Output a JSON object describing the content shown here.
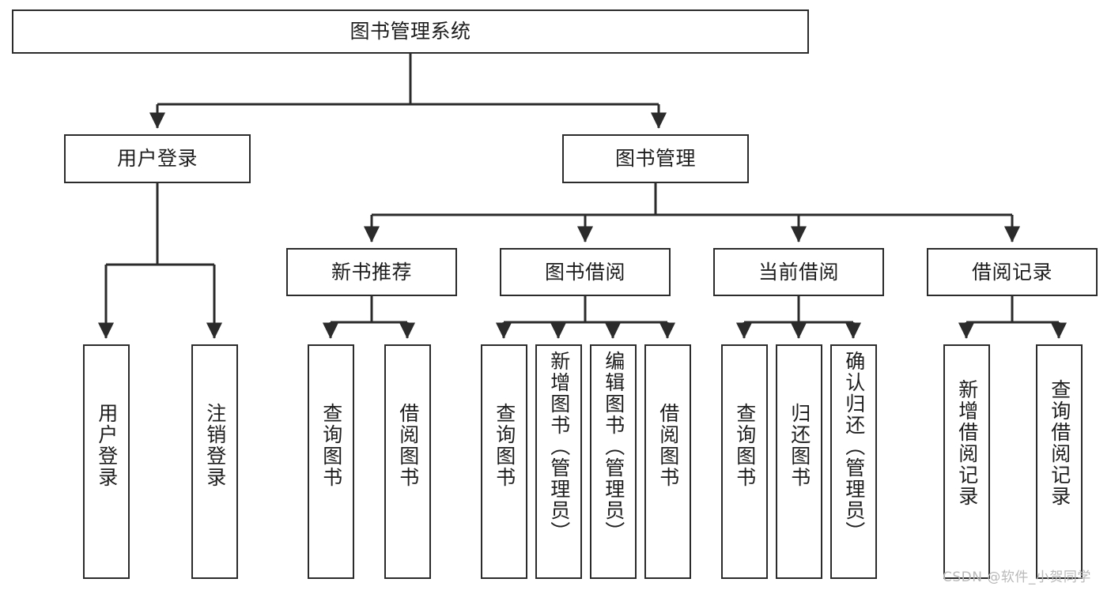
{
  "diagram": {
    "title": "图书管理系统",
    "type": "tree-hierarchy",
    "colors": {
      "stroke": "#2b2b2b",
      "fill": "#ffffff",
      "text": "#1d1d1d",
      "watermark": "#b9b9b9"
    },
    "root": {
      "label": "图书管理系统",
      "orientation": "horizontal"
    },
    "level2": [
      {
        "label": "用户登录",
        "orientation": "horizontal"
      },
      {
        "label": "图书管理",
        "orientation": "horizontal"
      }
    ],
    "level3": [
      {
        "label": "新书推荐",
        "orientation": "horizontal"
      },
      {
        "label": "图书借阅",
        "orientation": "horizontal"
      },
      {
        "label": "当前借阅",
        "orientation": "horizontal"
      },
      {
        "label": "借阅记录",
        "orientation": "horizontal"
      }
    ],
    "leaves": {
      "user_login": [
        {
          "label": "用户登录",
          "orientation": "vertical"
        },
        {
          "label": "注销登录",
          "orientation": "vertical"
        }
      ],
      "new_book_recommend": [
        {
          "label": "查询图书",
          "orientation": "vertical"
        },
        {
          "label": "借阅图书",
          "orientation": "vertical"
        }
      ],
      "book_borrow": [
        {
          "label": "查询图书",
          "orientation": "vertical"
        },
        {
          "label": "新增图书（管理员）",
          "orientation": "vertical"
        },
        {
          "label": "编辑图书（管理员）",
          "orientation": "vertical"
        },
        {
          "label": "借阅图书",
          "orientation": "vertical"
        }
      ],
      "current_borrow": [
        {
          "label": "查询图书",
          "orientation": "vertical"
        },
        {
          "label": "归还图书",
          "orientation": "vertical"
        },
        {
          "label": "确认归还（管理员）",
          "orientation": "vertical"
        }
      ],
      "borrow_record": [
        {
          "label": "新增借阅记录",
          "orientation": "vertical"
        },
        {
          "label": "查询借阅记录",
          "orientation": "vertical"
        }
      ]
    }
  },
  "watermark": {
    "text": "CSDN @软件_小贺同学"
  }
}
